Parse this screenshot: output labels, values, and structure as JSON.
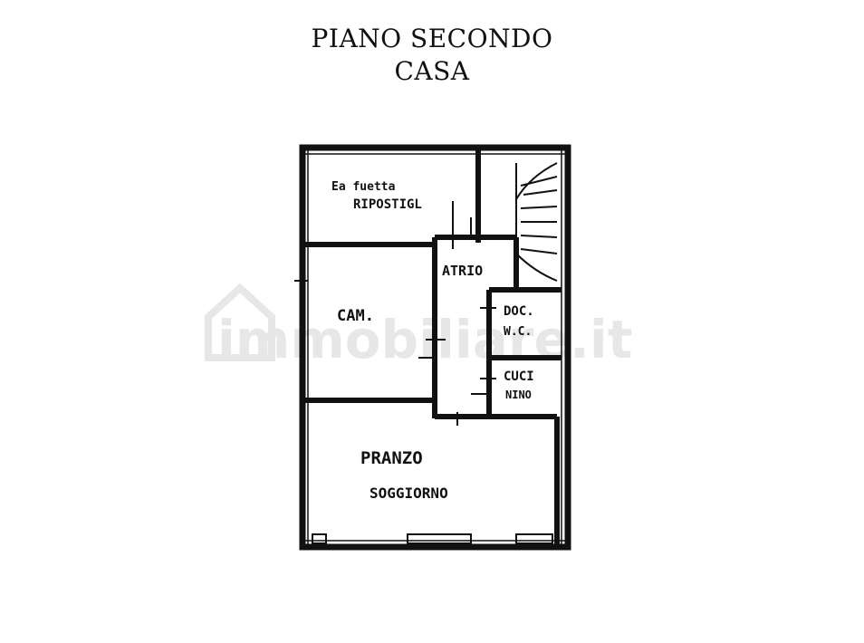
{
  "header": {
    "line1": "PIANO SECONDO",
    "line2": "CASA"
  },
  "rooms": {
    "balcony_line1": "Ea fuetta",
    "balcony_line2": "RIPOSTIGL",
    "atrio": "ATRIO",
    "camera": "CAM.",
    "doccia": "DOC.",
    "wc": "W.C.",
    "cucina_line1": "CUCI",
    "cucina_line2": "NINO",
    "pranzo": "PRANZO",
    "soggiorno": "SOGGIORNO"
  },
  "watermark": "immobiliare.it",
  "colors": {
    "wall": "#111111",
    "watermark": "#e7e7e7"
  }
}
